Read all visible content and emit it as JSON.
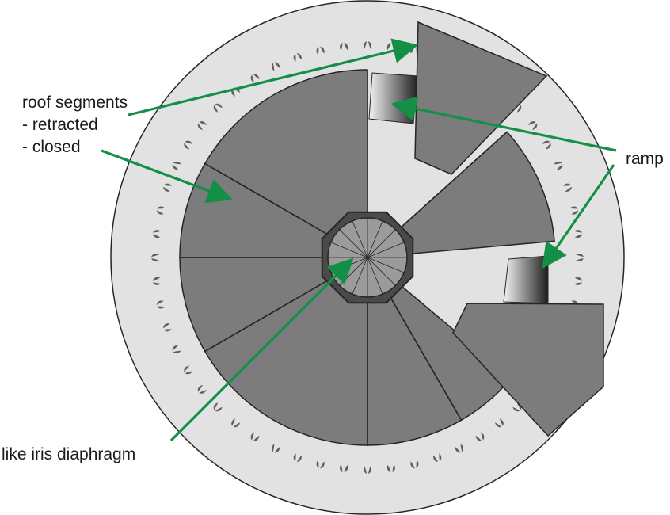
{
  "labels": {
    "roof_line1": "roof segments",
    "roof_line2": "- retracted",
    "roof_line3": "- closed",
    "ramp": "ramp",
    "iris": "like iris diaphragm"
  },
  "colors": {
    "background": "#ffffff",
    "outer_disc": "#e2e2e2",
    "segment": "#7c7c7c",
    "segment_stroke": "#262626",
    "track_marks": "#5f5f5f",
    "hub": "#9b9b9b",
    "arrow": "#139046"
  },
  "structure": {
    "closed_segment_count": 6,
    "retracted_segment_count": 2,
    "ramp_count": 2,
    "iris_blade_count": 16
  }
}
